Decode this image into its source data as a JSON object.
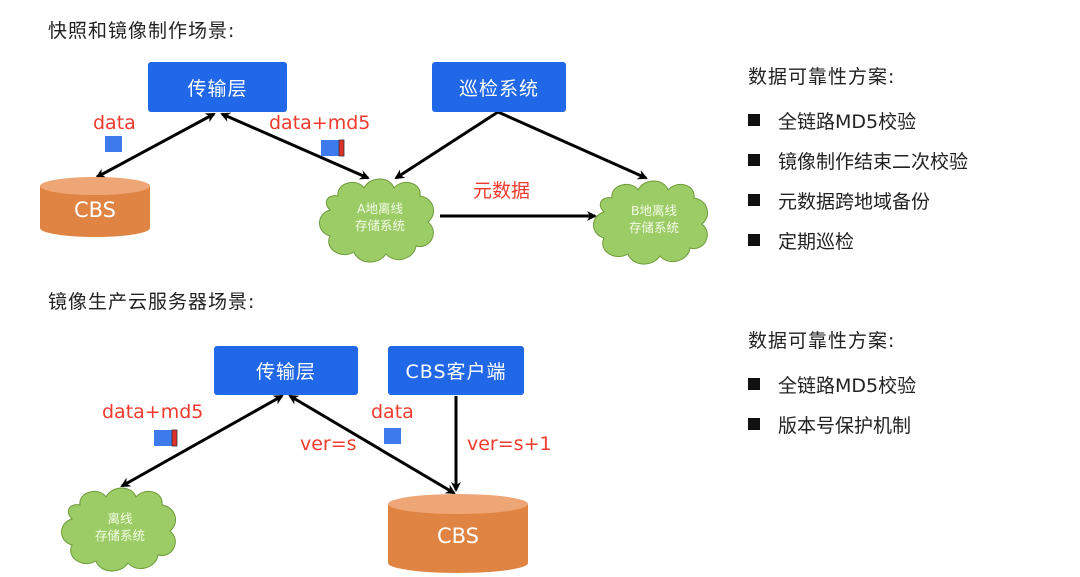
{
  "scenario1": {
    "title": "快照和镜像制作场景:",
    "transfer_layer": "传输层",
    "inspection_system": "巡检系统",
    "cbs": "CBS",
    "storage_a": [
      "A地离线",
      "存储系统"
    ],
    "storage_b": [
      "B地离线",
      "存储系统"
    ],
    "label_data": "data",
    "label_data_md5": "data+md5",
    "label_metadata": "元数据",
    "reliability": {
      "title": "数据可靠性方案:",
      "items": [
        "全链路MD5校验",
        "镜像制作结束二次校验",
        "元数据跨地域备份",
        "定期巡检"
      ]
    }
  },
  "scenario2": {
    "title": "镜像生产云服务器场景:",
    "transfer_layer": "传输层",
    "cbs_client": "CBS客户端",
    "cbs": "CBS",
    "storage": [
      "离线",
      "存储系统"
    ],
    "label_data_md5": "data+md5",
    "label_data": "data",
    "label_ver_s": "ver=s",
    "label_ver_s1": "ver=s+1",
    "reliability": {
      "title": "数据可靠性方案:",
      "items": [
        "全链路MD5校验",
        "版本号保护机制"
      ]
    }
  },
  "colors": {
    "box_blue": "#2068e8",
    "label_red": "#f03a2e",
    "cylinder_orange": "#e08444",
    "cylinder_top": "#eea676",
    "cloud_green": "#9ccc65",
    "packet_blue": "#3d7bec",
    "checksum_red": "#e0302a"
  }
}
